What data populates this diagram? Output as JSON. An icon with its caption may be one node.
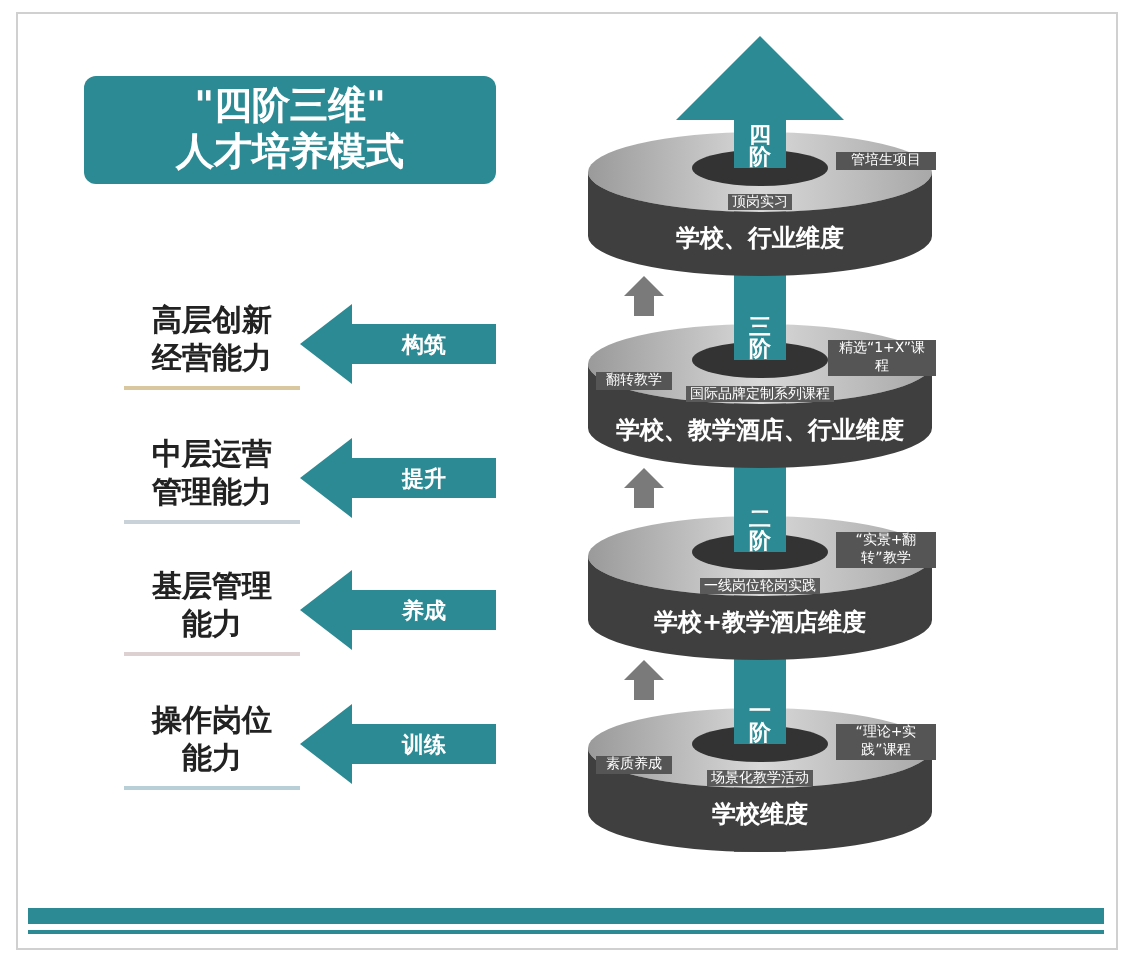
{
  "diagram": {
    "title": "\"四阶三维\" 人才培养模式",
    "nodes": [
      {
        "text": [
          "四阶",
          "管培生项目",
          "顶岗实习",
          "学校、行业维度"
        ]
      },
      {
        "text": [
          "三阶",
          "精选“1+X”课程",
          "翻转教学",
          "国际品牌定制系列课程",
          "学校、教学酒店、行业维度"
        ]
      },
      {
        "text": [
          "二阶",
          "“实景+翻转”教学",
          "一线岗位轮岗实践",
          "学校+教学酒店维度"
        ]
      },
      {
        "text": [
          "一阶",
          "“理论+实践”课程",
          "素质养成",
          "场景化教学活动",
          "学校维度"
        ]
      },
      {
        "text": [
          "高层创新经营能力"
        ]
      },
      {
        "text": [
          "中层运营管理能力"
        ]
      },
      {
        "text": [
          "基层管理能力"
        ]
      },
      {
        "text": [
          "操作岗位能力"
        ]
      }
    ],
    "edges": [
      {
        "from": null,
        "to": 4,
        "arrow": "to",
        "label": "构筑"
      },
      {
        "from": null,
        "to": 5,
        "arrow": "to",
        "label": "提升"
      },
      {
        "from": null,
        "to": 6,
        "arrow": "to",
        "label": "养成"
      },
      {
        "from": null,
        "to": 7,
        "arrow": "to",
        "label": "训练"
      },
      {
        "from": 3,
        "to": 2,
        "arrow": "to",
        "color": "#7a7a7a"
      },
      {
        "from": 2,
        "to": 1,
        "arrow": "to",
        "color": "#7a7a7a"
      },
      {
        "from": 1,
        "to": 0,
        "arrow": "to",
        "color": "#7a7a7a"
      }
    ]
  }
}
